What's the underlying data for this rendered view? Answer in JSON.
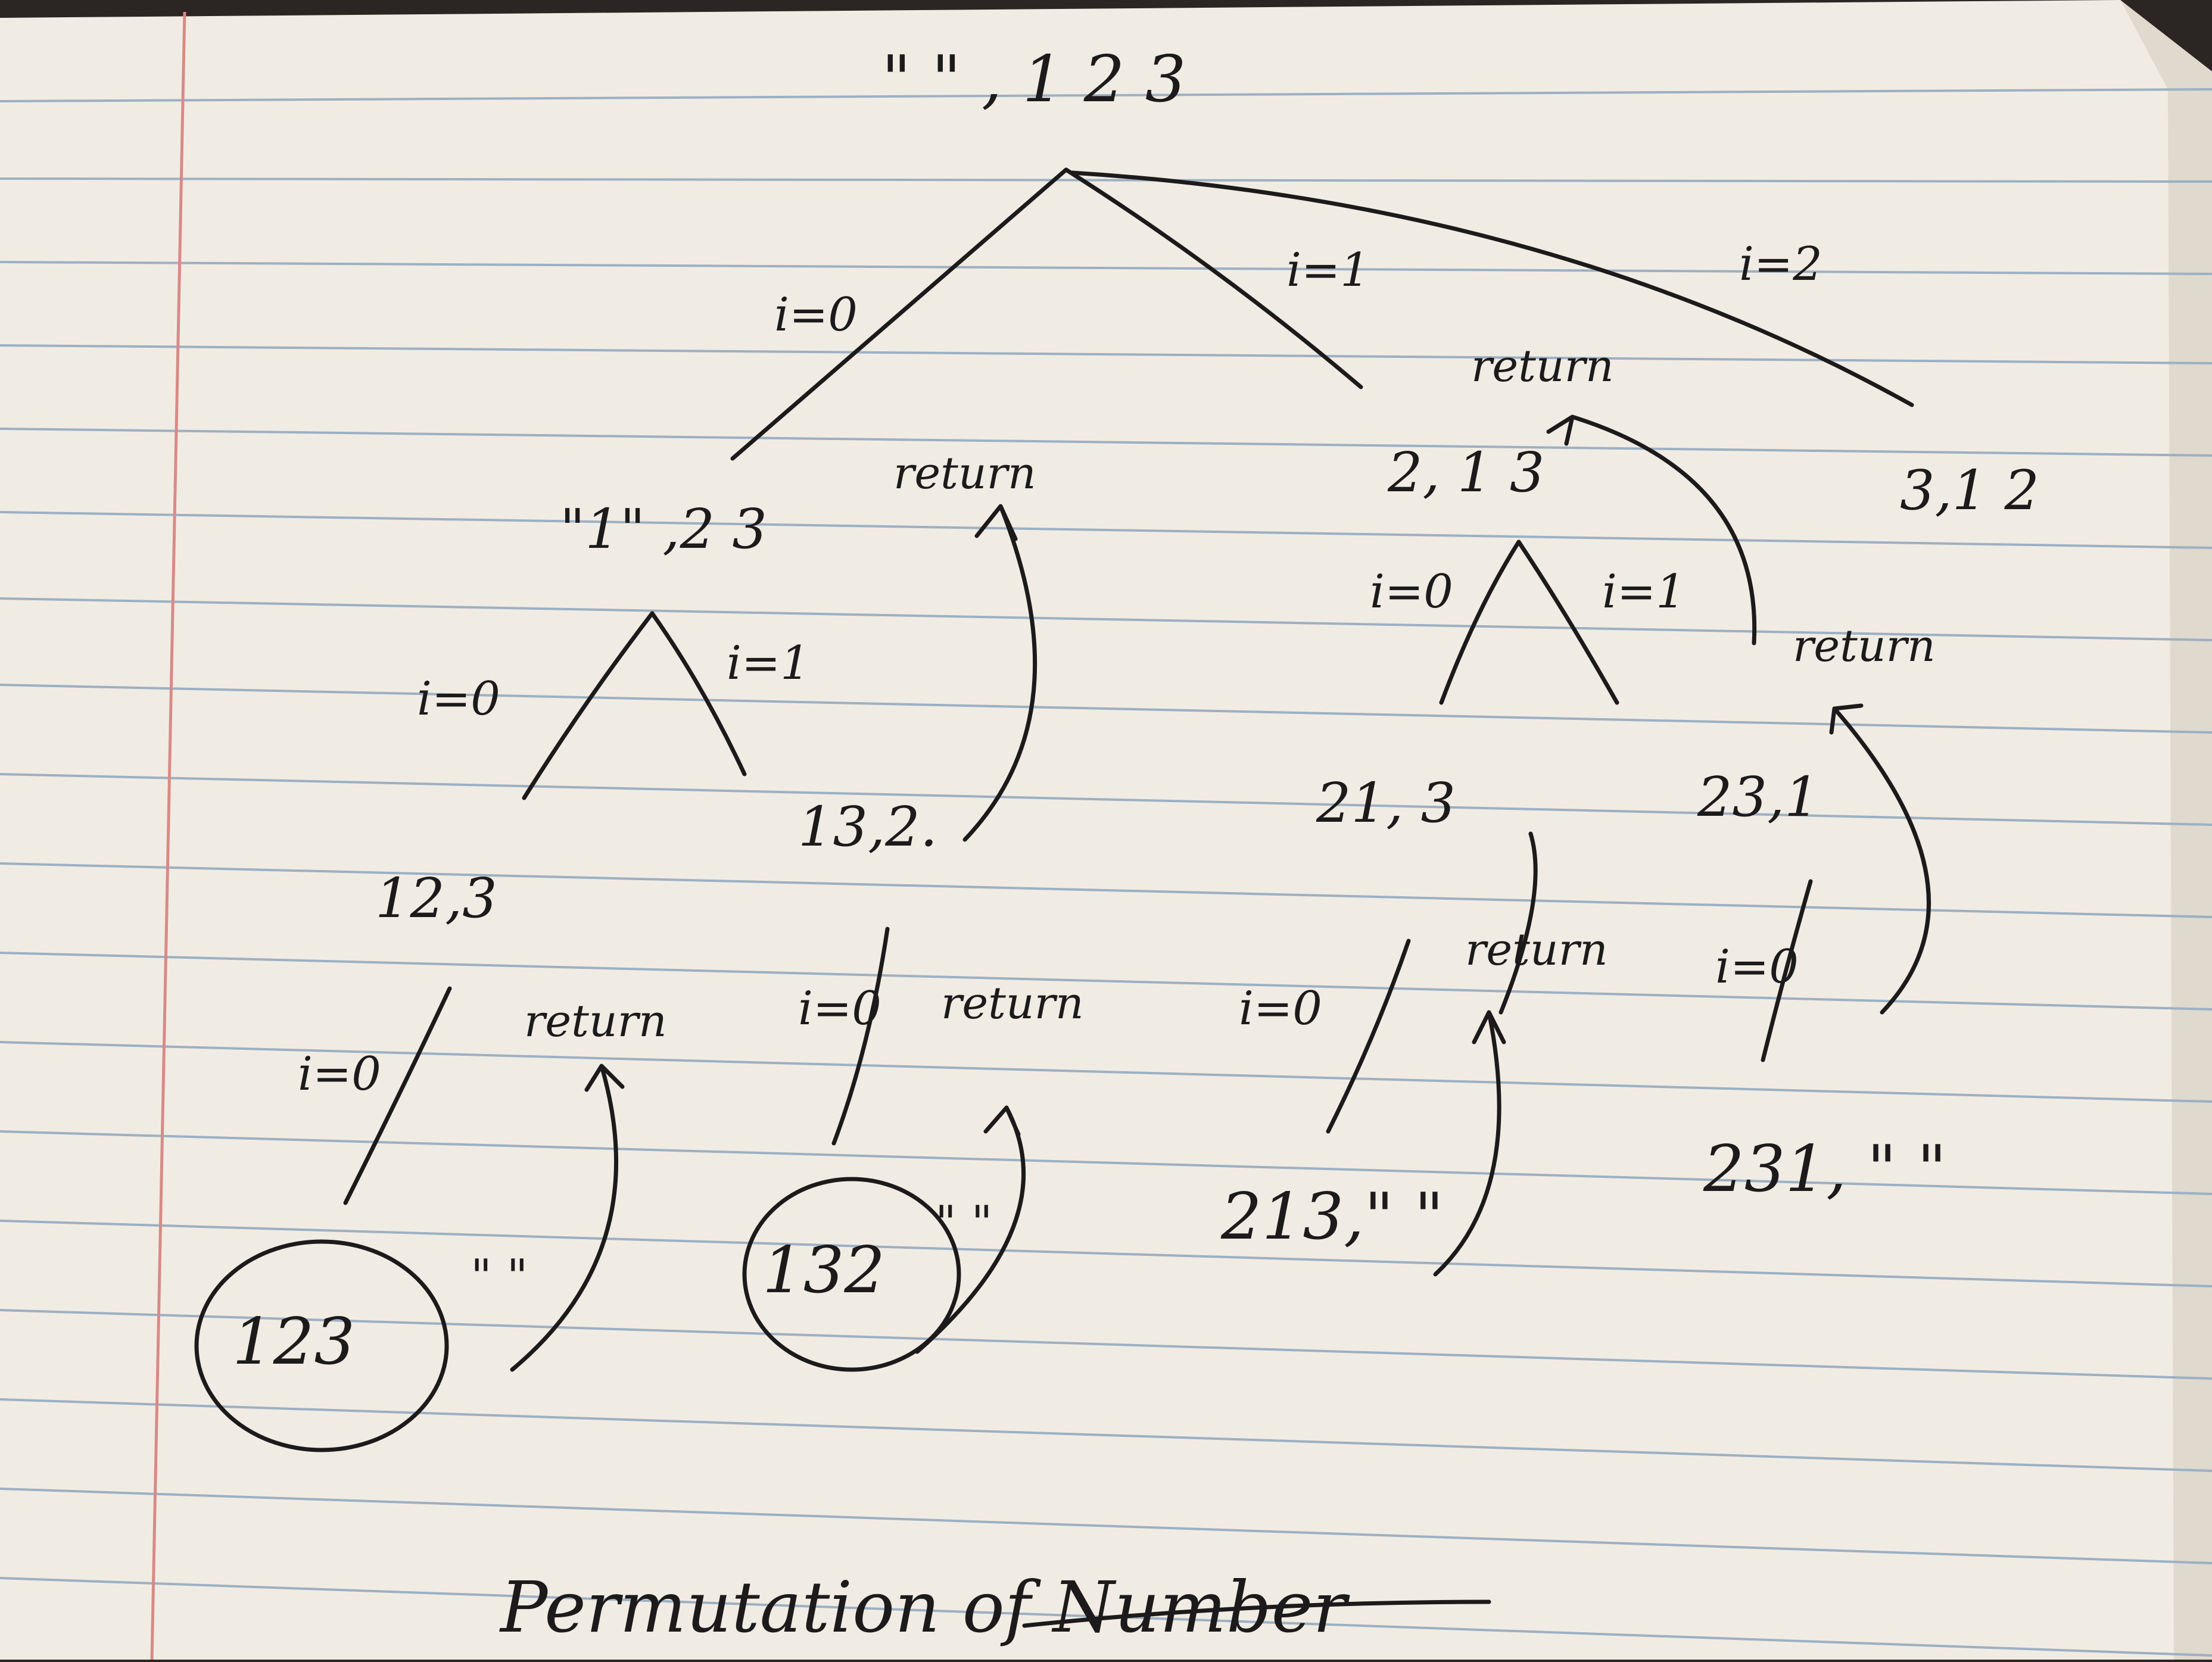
{
  "title": "Permutation of Number",
  "root": {
    "text": "\" \" , 1 2 3"
  },
  "level1": [
    {
      "edge": "i=0",
      "text": "\"1\" ,2 3"
    },
    {
      "edge": "i=1",
      "text": "2, 1 3"
    },
    {
      "edge": "i=2",
      "text": "3,1 2"
    }
  ],
  "level2": [
    {
      "edge": "i=0",
      "text": "12,3"
    },
    {
      "edge": "i=1",
      "text": "13,2."
    },
    {
      "edge": "i=0",
      "text": "21, 3"
    },
    {
      "edge": "i=1",
      "text": "23,1"
    }
  ],
  "level3": [
    {
      "edge": "i=0",
      "text": "123"
    },
    {
      "edge": "i=0",
      "text": "132"
    },
    {
      "edge": "i=0",
      "text": "213,\" \""
    },
    {
      "edge": "i=0",
      "text": "231, \" \""
    }
  ],
  "empty_marks": [
    "\" \"",
    "\" \""
  ],
  "return_label": "return",
  "circled": [
    "123",
    "132"
  ],
  "colors": {
    "paper": "#f1ece3",
    "ink": "#1d1a1c",
    "rule": "#9cb0c4",
    "margin": "#d98a86"
  }
}
